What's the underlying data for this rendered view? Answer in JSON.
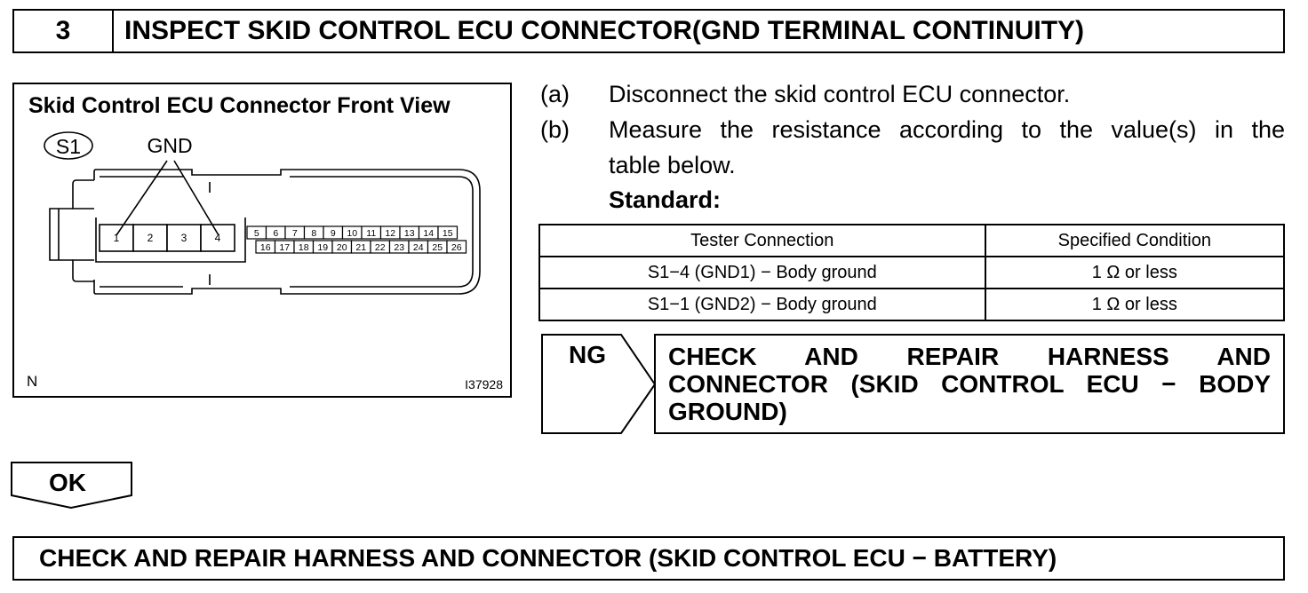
{
  "header": {
    "step_number": "3",
    "title": "INSPECT SKID CONTROL ECU CONNECTOR(GND TERMINAL CONTINUITY)"
  },
  "figure": {
    "title": "Skid Control ECU Connector Front View",
    "connector_id": "S1",
    "gnd_label": "GND",
    "large_pins": [
      "1",
      "2",
      "3",
      "4"
    ],
    "small_pins_top": [
      "5",
      "6",
      "7",
      "8",
      "9",
      "10",
      "11",
      "12",
      "13",
      "14",
      "15"
    ],
    "small_pins_bottom": [
      "16",
      "17",
      "18",
      "19",
      "20",
      "21",
      "22",
      "23",
      "24",
      "25",
      "26"
    ],
    "corner_left": "N",
    "figure_code": "I37928"
  },
  "steps": [
    {
      "letter": "(a)",
      "text": "Disconnect the skid control ECU connector."
    },
    {
      "letter": "(b)",
      "text": "Measure the resistance according to the value(s) in the",
      "text2": "table below."
    }
  ],
  "standard_label": "Standard:",
  "table": {
    "headers": [
      "Tester Connection",
      "Specified Condition"
    ],
    "rows": [
      [
        "S1−4 (GND1) − Body ground",
        "1 Ω or less"
      ],
      [
        "S1−1 (GND2) − Body ground",
        "1 Ω or less"
      ]
    ]
  },
  "ng": {
    "label": "NG",
    "text": "CHECK AND REPAIR HARNESS AND CONNECTOR (SKID CONTROL ECU − BODY GROUND)"
  },
  "ok": {
    "label": "OK"
  },
  "bottom": {
    "text": "CHECK AND REPAIR HARNESS AND CONNECTOR (SKID CONTROL ECU − BATTERY)"
  }
}
